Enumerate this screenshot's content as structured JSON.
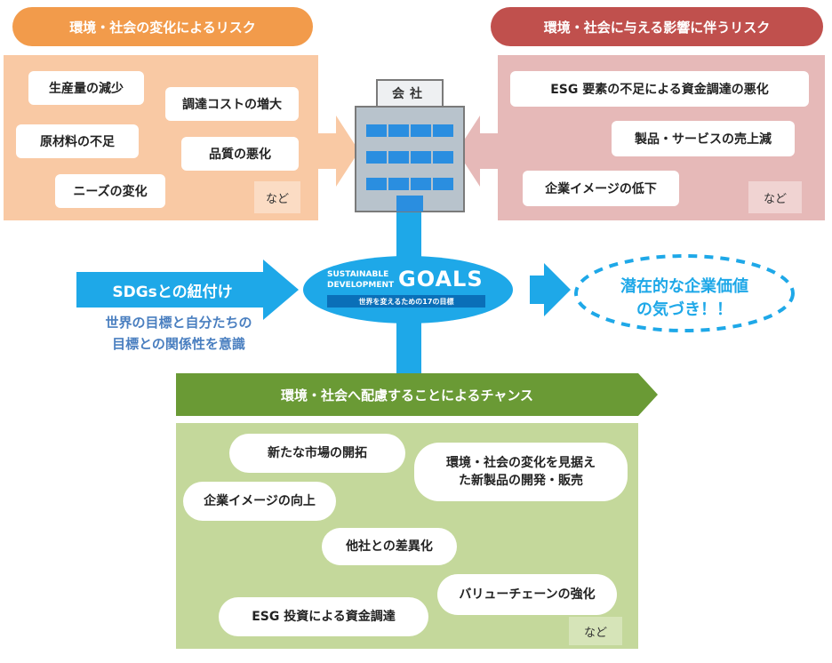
{
  "left_risk": {
    "title": "環境・社会の変化によるリスク",
    "items": [
      "生産量の減少",
      "調達コストの増大",
      "原材料の不足",
      "品質の悪化",
      "ニーズの変化"
    ],
    "etc": "など"
  },
  "right_risk": {
    "title": "環境・社会に与える影響に伴うリスク",
    "items": [
      "ESG 要素の不足による資金調達の悪化",
      "製品・サービスの売上減",
      "企業イメージの低下"
    ],
    "etc": "など"
  },
  "company": {
    "sign": "会社"
  },
  "sdgs": {
    "label": "SDGsとの紐付け",
    "desc_line1": "世界の目標と自分たちの",
    "desc_line2": "目標との関係性を意識"
  },
  "sdgs_logo": {
    "line1": "SUSTAINABLE",
    "line2": "DEVELOPMENT",
    "goals": "GOALS",
    "sub": "世界を変えるための17の目標"
  },
  "value": {
    "line1": "潜在的な企業価値",
    "line2": "の気づき！！"
  },
  "chance": {
    "title": "環境・社会へ配慮することによるチャンス",
    "items": [
      "新たな市場の開拓",
      "環境・社会の変化を見据え",
      "た新製品の開発・販売",
      "企業イメージの向上",
      "他社との差異化",
      "バリューチェーンの強化",
      "ESG 投資による資金調達"
    ],
    "etc": "など"
  },
  "colors": {
    "orange_title": "#f29b4b",
    "orange_panel": "#f9c9a4",
    "red_title": "#c0504d",
    "pink_panel": "#e6b9b8",
    "blue": "#1ea8e8",
    "green_title": "#6a9a35",
    "green_panel": "#c4d89b"
  }
}
